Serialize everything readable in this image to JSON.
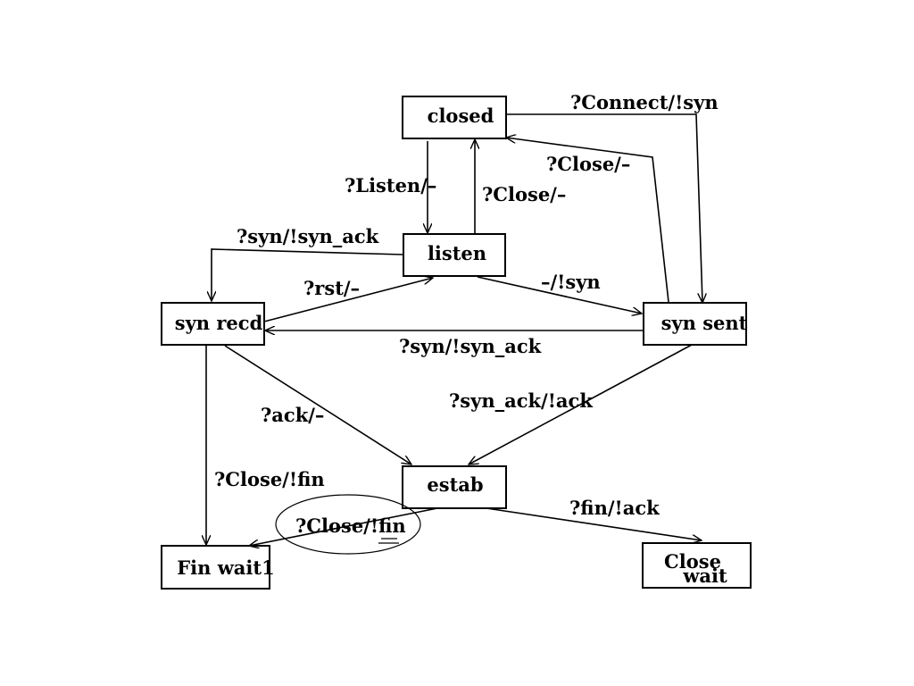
{
  "diagram": {
    "states": {
      "closed": "closed",
      "listen": "listen",
      "syn_recd": "syn recd",
      "syn_sent": "syn sent",
      "estab": "estab",
      "fin_wait1": "Fin wait1",
      "close_wait_line1": "Close",
      "close_wait_line2": "wait"
    },
    "transitions": {
      "closed_to_syn_sent": "?Connect/!syn",
      "syn_sent_to_closed": "?Close/–",
      "closed_to_listen": "?Listen/–",
      "listen_to_closed": "?Close/–",
      "listen_to_syn_recd": "?syn/!syn_ack",
      "syn_recd_to_listen": "?rst/–",
      "listen_to_syn_sent": "–/!syn",
      "syn_sent_to_syn_recd": "?syn/!syn_ack",
      "syn_recd_to_estab": "?ack/–",
      "syn_sent_to_estab": "?syn_ack/!ack",
      "syn_recd_to_fin_wait1": "?Close/!fin",
      "estab_to_fin_wait1": "?Close/!fin",
      "estab_to_close_wait": "?fin/!ack"
    }
  }
}
